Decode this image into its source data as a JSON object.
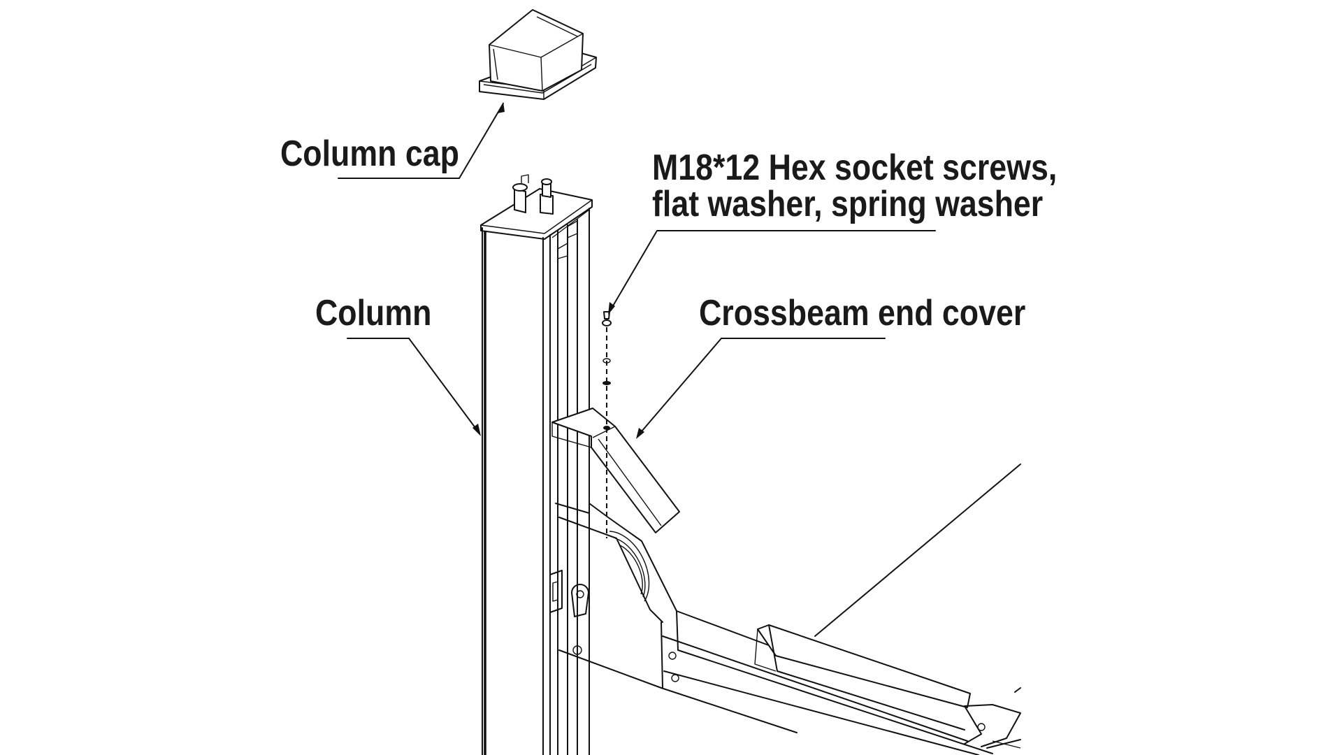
{
  "labels": {
    "column_cap": "Column cap",
    "screws_line1": "M18*12 Hex socket screws,",
    "screws_line2": "flat washer, spring washer",
    "column": "Column",
    "crossbeam_end_cover": "Crossbeam end cover"
  },
  "colors": {
    "line": "#111111",
    "text": "#1a1a1a",
    "background": "#ffffff"
  }
}
